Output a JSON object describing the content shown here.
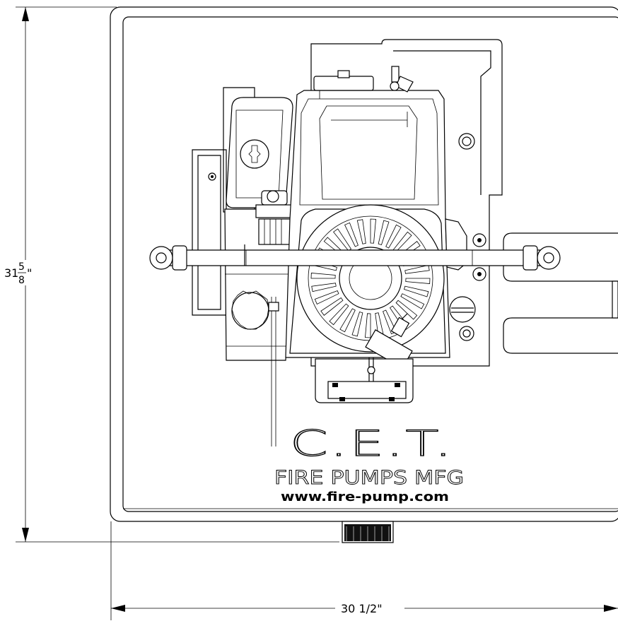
{
  "dimensions": {
    "height_whole": "31",
    "height_num": "5",
    "height_den": "8",
    "height_inch": "\"",
    "width_label": "30 1/2\""
  },
  "branding": {
    "logo": "C.E.T.",
    "company": "FIRE PUMPS MFG",
    "website": "www.fire-pump.com"
  },
  "colors": {
    "line": "#000000",
    "background": "#ffffff"
  }
}
